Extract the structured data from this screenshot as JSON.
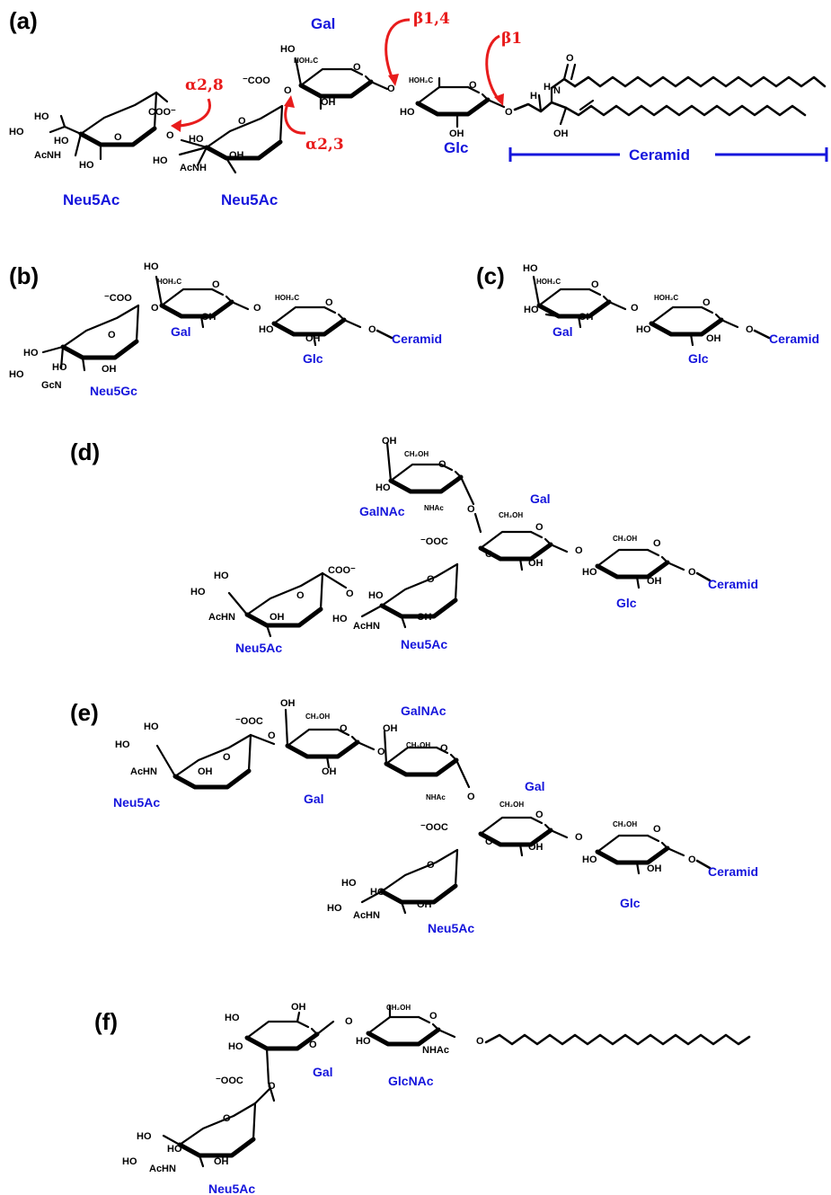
{
  "panel_a": {
    "label": "(a)",
    "sugars": {
      "gal": "Gal",
      "glc": "Glc",
      "neu5ac_1": "Neu5Ac",
      "neu5ac_2": "Neu5Ac"
    },
    "linkages": {
      "a28": "α2,8",
      "a23": "α2,3",
      "b14": "β1,4",
      "b1": "β1"
    },
    "ceramide": "Ceramid"
  },
  "panel_b": {
    "label": "(b)",
    "sugars": {
      "gal": "Gal",
      "glc": "Glc",
      "neu5gc": "Neu5Gc"
    },
    "ceramide": "Ceramid"
  },
  "panel_c": {
    "label": "(c)",
    "sugars": {
      "gal": "Gal",
      "glc": "Glc"
    },
    "ceramide": "Ceramid"
  },
  "panel_d": {
    "label": "(d)",
    "sugars": {
      "galnac": "GalNAc",
      "gal": "Gal",
      "glc": "Glc",
      "neu5ac_1": "Neu5Ac",
      "neu5ac_2": "Neu5Ac"
    },
    "ceramide": "Ceramid"
  },
  "panel_e": {
    "label": "(e)",
    "sugars": {
      "neu5ac_top": "Neu5Ac",
      "gal_top": "Gal",
      "galnac": "GalNAc",
      "gal": "Gal",
      "glc": "Glc",
      "neu5ac_bottom": "Neu5Ac"
    },
    "ceramide": "Ceramid"
  },
  "panel_f": {
    "label": "(f)",
    "sugars": {
      "gal": "Gal",
      "glcnac": "GlcNAc",
      "neu5ac": "Neu5Ac"
    }
  },
  "atoms": {
    "ho": "HO",
    "oh": "OH",
    "o": "O",
    "h": "H",
    "n": "N",
    "acnh": "AcNH",
    "achn": "AcHN",
    "gcn": "GcN",
    "nhac": "NHAc",
    "hoh2c": "HOH₂C",
    "ch2oh": "CH₂OH",
    "coo_minus": "COO⁻",
    "minus_ooc": "⁻OOC",
    "minus_coo": "⁻COO"
  },
  "colors": {
    "sugar_label": "#1515dc",
    "linkage": "#e81c1c",
    "structure": "#000000"
  }
}
